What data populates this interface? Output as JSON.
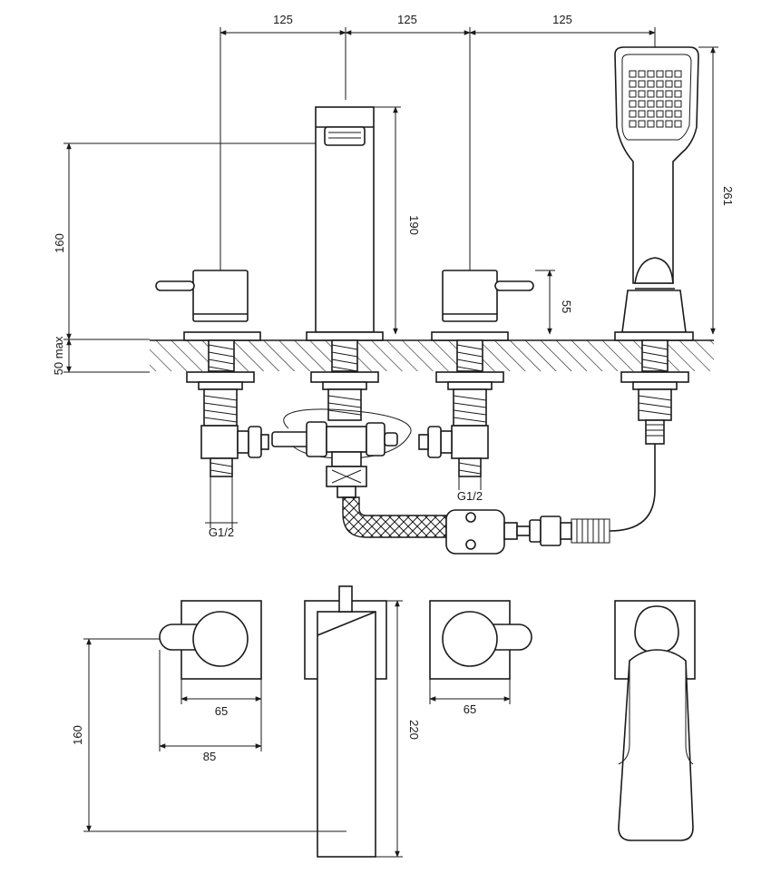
{
  "dimensions": {
    "top_spacing_1": "125",
    "top_spacing_2": "125",
    "top_spacing_3": "125",
    "spout_outlet_height": "160",
    "deck_thickness": "50 max",
    "spout_height": "190",
    "handle_height": "55",
    "handshower_height": "261",
    "thread_left": "G1/2",
    "thread_right": "G1/2",
    "plan_handle_plate_left": "65",
    "plan_handle_reach_left": "85",
    "plan_spout_reach": "160",
    "plan_spout_length": "220",
    "plan_handle_plate_right": "65"
  },
  "colors": {
    "line": "#1a1a1a",
    "background": "#ffffff"
  }
}
